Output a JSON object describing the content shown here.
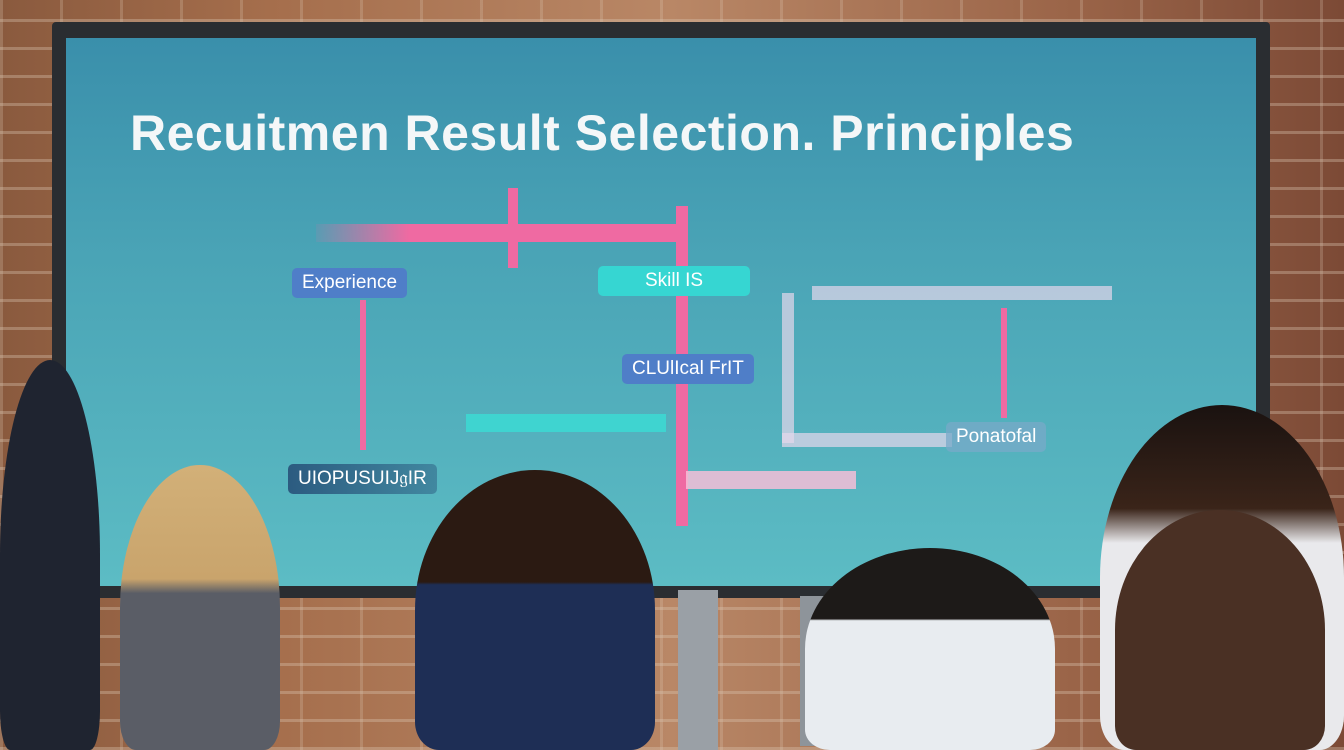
{
  "screen": {
    "title": "Recuitmen Result Selection. Principles",
    "labels": {
      "experience": "Experience",
      "skills": "Skill IS",
      "cultural_fit": "CLUlIcal FrIT",
      "potential": "Ponatofal",
      "bottom_left": "UIOPUSUIJ𝔤IR"
    }
  },
  "colors": {
    "screen": "#4aa4b6",
    "arrow": "#ef6aa2",
    "label_blue": "#4f7ec8",
    "label_teal": "#36d6d2"
  }
}
